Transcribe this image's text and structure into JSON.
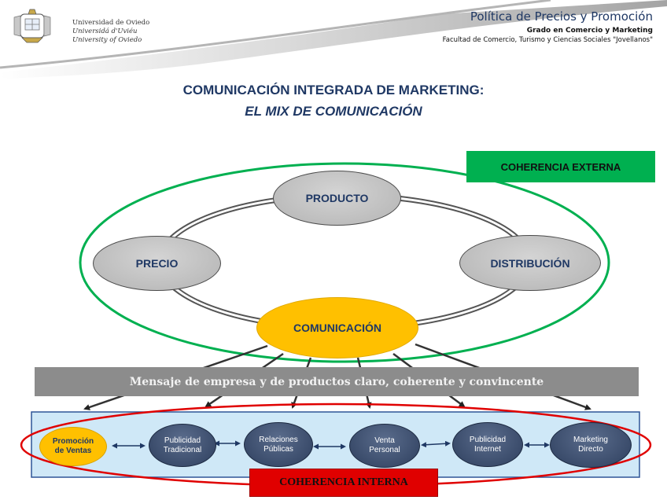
{
  "header": {
    "university": [
      "Universidad de Oviedo",
      "Universidá d'Uviéu",
      "University of Oviedo"
    ],
    "title": "Política de Precios y Promoción",
    "subtitle": "Grado en Comercio y Marketing",
    "faculty": "Facultad de Comercio, Turismo y Ciencias Sociales \"Jovellanos\""
  },
  "diagram": {
    "title_line1": "COMUNICACIÓN INTEGRADA DE MARKETING:",
    "title_line2": "EL MIX DE COMUNICACIÓN",
    "external_label": "COHERENCIA EXTERNA",
    "nodes": {
      "producto": "PRODUCTO",
      "precio": "PRECIO",
      "distribucion": "DISTRIBUCIÓN",
      "comunicacion": "COMUNICACIÓN"
    },
    "message_banner": "Mensaje de empresa y de productos claro, coherente y convincente",
    "tools": [
      {
        "line1": "Promoción",
        "line2": "de Ventas"
      },
      {
        "line1": "Publicidad",
        "line2": "Tradicional"
      },
      {
        "line1": "Relaciones",
        "line2": "Públicas"
      },
      {
        "line1": "Venta",
        "line2": "Personal"
      },
      {
        "line1": "Publicidad",
        "line2": "Internet"
      },
      {
        "line1": "Marketing",
        "line2": "Directo"
      }
    ],
    "internal_label": "COHERENCIA INTERNA",
    "colors": {
      "navy": "#1f3864",
      "green": "#00b050",
      "red": "#e00000",
      "gold": "#ffc000",
      "banner_grey": "#8c8c8c",
      "tools_bg": "#cfe8f7"
    }
  }
}
